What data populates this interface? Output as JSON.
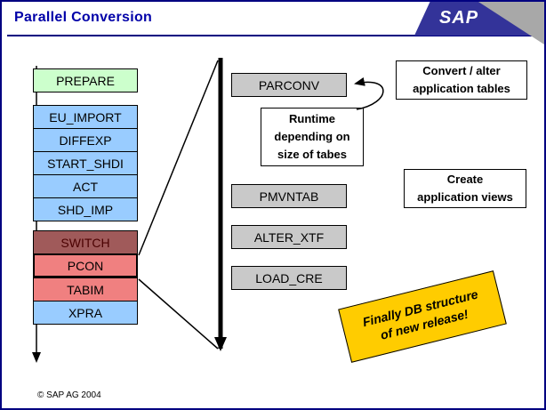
{
  "title": "Parallel Conversion",
  "logo": {
    "text": "SAP"
  },
  "footer": {
    "copyright": "©  SAP AG 2004"
  },
  "left_stack": {
    "items": [
      {
        "label": "PREPARE",
        "style": "green"
      },
      {
        "label": "EU_IMPORT",
        "style": "blue"
      },
      {
        "label": "DIFFEXP",
        "style": "blue"
      },
      {
        "label": "START_SHDI",
        "style": "blue"
      },
      {
        "label": "ACT",
        "style": "blue"
      },
      {
        "label": "SHD_IMP",
        "style": "blue"
      },
      {
        "label": "SWITCH",
        "style": "dark-red"
      },
      {
        "label": "PCON",
        "style": "salmon"
      },
      {
        "label": "TABIM",
        "style": "salmon"
      },
      {
        "label": "XPRA",
        "style": "blue"
      }
    ]
  },
  "right_stack": {
    "items": [
      {
        "label": "PARCONV"
      },
      {
        "label": "PMVNTAB"
      },
      {
        "label": "ALTER_XTF"
      },
      {
        "label": "LOAD_CRE"
      }
    ]
  },
  "notes": {
    "convert": {
      "lines": [
        "Convert / alter",
        "application tables"
      ]
    },
    "runtime": {
      "lines": [
        "Runtime",
        "depending on",
        "size of tabes"
      ]
    },
    "create": {
      "lines": [
        "Create",
        "application views"
      ]
    },
    "finally": {
      "lines": [
        "Finally DB structure",
        "of new release!"
      ]
    }
  },
  "colors": {
    "title": "#0000A8",
    "slide_border": "#000080",
    "green_box": "#CCFFCC",
    "blue_box": "#99CCFF",
    "dark_red_box": "#A05A5A",
    "salmon_box": "#F08080",
    "gray_box": "#C9C9C9",
    "yellow_note": "#FFCC00",
    "logo_blue": "#333399",
    "logo_gray": "#A8A8A8"
  }
}
